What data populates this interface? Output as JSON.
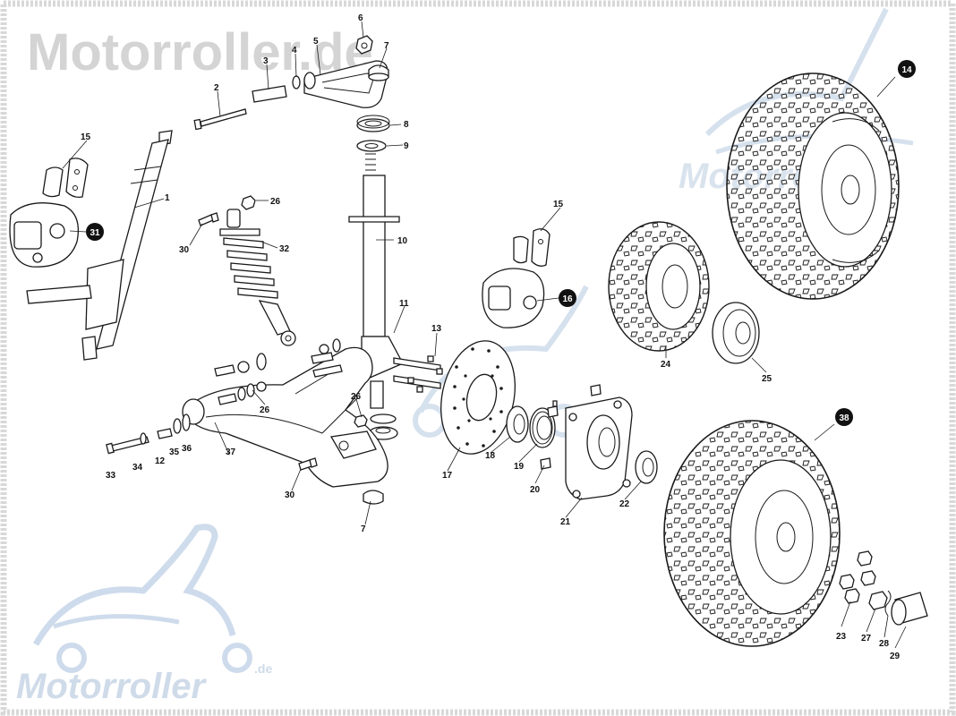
{
  "watermark": {
    "top_text": "Motorroller.de",
    "bottom_text": "Motorroller",
    "bottom_suffix": ".de",
    "tire_text": "Motorroller"
  },
  "colors": {
    "watermark_gray": "#d4d4d4",
    "watermark_blue": "#c9d8ea",
    "ink": "#1a1a1a",
    "badge_fill": "#111111"
  },
  "callouts": [
    {
      "id": "c1",
      "label": "1"
    },
    {
      "id": "c2",
      "label": "2"
    },
    {
      "id": "c3",
      "label": "3"
    },
    {
      "id": "c4",
      "label": "4"
    },
    {
      "id": "c5",
      "label": "5"
    },
    {
      "id": "c6",
      "label": "6"
    },
    {
      "id": "c7a",
      "label": "7"
    },
    {
      "id": "c7b",
      "label": "7"
    },
    {
      "id": "c8",
      "label": "8"
    },
    {
      "id": "c9",
      "label": "9"
    },
    {
      "id": "c10",
      "label": "10"
    },
    {
      "id": "c11",
      "label": "11"
    },
    {
      "id": "c12",
      "label": "12"
    },
    {
      "id": "c13",
      "label": "13"
    },
    {
      "id": "c15a",
      "label": "15"
    },
    {
      "id": "c15b",
      "label": "15"
    },
    {
      "id": "c17",
      "label": "17"
    },
    {
      "id": "c18",
      "label": "18"
    },
    {
      "id": "c19",
      "label": "19"
    },
    {
      "id": "c20",
      "label": "20"
    },
    {
      "id": "c21",
      "label": "21"
    },
    {
      "id": "c22",
      "label": "22"
    },
    {
      "id": "c23",
      "label": "23"
    },
    {
      "id": "c24",
      "label": "24"
    },
    {
      "id": "c25",
      "label": "25"
    },
    {
      "id": "c26a",
      "label": "26"
    },
    {
      "id": "c26b",
      "label": "26"
    },
    {
      "id": "c26c",
      "label": "26"
    },
    {
      "id": "c27",
      "label": "27"
    },
    {
      "id": "c28",
      "label": "28"
    },
    {
      "id": "c29",
      "label": "29"
    },
    {
      "id": "c30a",
      "label": "30"
    },
    {
      "id": "c30b",
      "label": "30"
    },
    {
      "id": "c32",
      "label": "32"
    },
    {
      "id": "c33",
      "label": "33"
    },
    {
      "id": "c34",
      "label": "34"
    },
    {
      "id": "c35",
      "label": "35"
    },
    {
      "id": "c36",
      "label": "36"
    },
    {
      "id": "c37",
      "label": "37"
    }
  ],
  "assembly_badges": [
    {
      "id": "b14",
      "label": "14"
    },
    {
      "id": "b16",
      "label": "16"
    },
    {
      "id": "b31",
      "label": "31"
    },
    {
      "id": "b38",
      "label": "38"
    }
  ]
}
